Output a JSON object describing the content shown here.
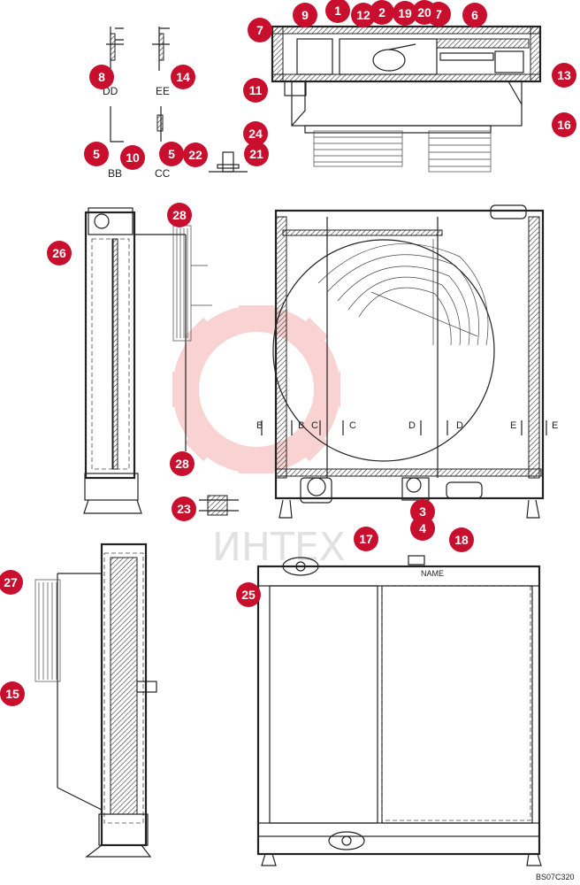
{
  "diagram": {
    "drawing_code": "BS07C320",
    "watermark_text": "ИНТЕХ",
    "nameplate_text": "NAME",
    "colors": {
      "callout": "#c8102e",
      "line": "#222222",
      "watermark": "#e53935"
    },
    "section_views": [
      "DD",
      "EE",
      "BB",
      "CC"
    ],
    "section_markers": [
      "B",
      "B",
      "C",
      "C",
      "D",
      "D",
      "E",
      "E"
    ],
    "callouts": [
      "1",
      "2",
      "3",
      "4",
      "5",
      "5",
      "6",
      "7",
      "7",
      "8",
      "9",
      "10",
      "11",
      "12",
      "13",
      "14",
      "15",
      "16",
      "17",
      "18",
      "19",
      "20",
      "21",
      "22",
      "23",
      "24",
      "25",
      "26",
      "27",
      "28",
      "28"
    ]
  }
}
